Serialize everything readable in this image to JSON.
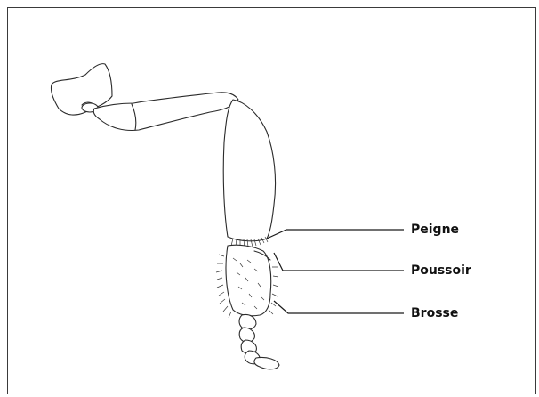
{
  "labels": {
    "peigne": "Peigne",
    "poussoir": "Poussoir",
    "brosse": "Brosse"
  }
}
